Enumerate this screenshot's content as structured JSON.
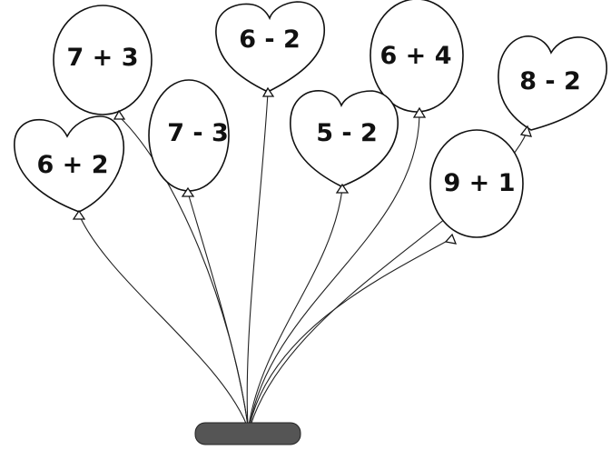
{
  "balloons": [
    {
      "text": "7 + 3",
      "shape": "round"
    },
    {
      "text": "6 - 2",
      "shape": "heart"
    },
    {
      "text": "6 + 4",
      "shape": "round"
    },
    {
      "text": "8 - 2",
      "shape": "heart"
    },
    {
      "text": "6 + 2",
      "shape": "heart"
    },
    {
      "text": "7 - 3",
      "shape": "round"
    },
    {
      "text": "5 - 2",
      "shape": "heart"
    },
    {
      "text": "9 + 1",
      "shape": "round"
    }
  ],
  "colors": {
    "outline": "#111111",
    "string": "#222222",
    "base": "#555555",
    "background": "#ffffff"
  }
}
